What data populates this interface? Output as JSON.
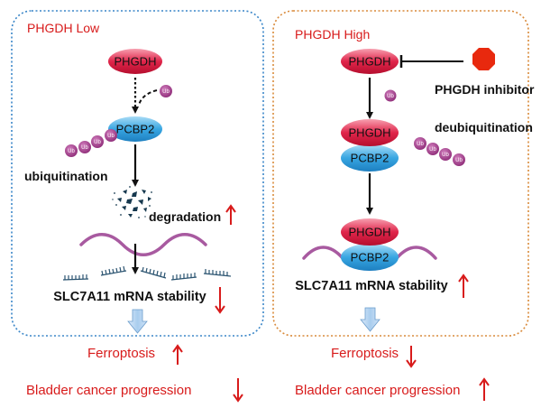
{
  "left_panel": {
    "title": "PHGDH Low",
    "phgdh": "PHGDH",
    "pcbp2": "PCBP2",
    "ub": "Ub",
    "ub_chain": [
      "Ub",
      "Ub",
      "Ub",
      "Ub"
    ],
    "ubiquitination": "ubiquitination",
    "degradation": "degradation",
    "mrna_stability": "SLC7A11 mRNA stability"
  },
  "right_panel": {
    "title": "PHGDH High",
    "phgdh": "PHGDH",
    "phgdh_inhibitor": "PHGDH inhibitor",
    "ub": "Ub",
    "complex_top": "PHGDH",
    "complex_bottom": "PCBP2",
    "deubiquitination": "deubiquitination",
    "ub_chain": [
      "Ub",
      "Ub",
      "Ub",
      "Ub"
    ],
    "bound_top": "PHGDH",
    "bound_bottom": "PCBP2",
    "mrna_stability": "SLC7A11 mRNA stability"
  },
  "outcomes": {
    "left_ferroptosis": "Ferroptosis",
    "left_progression": "Bladder cancer progression",
    "right_ferroptosis": "Ferroptosis",
    "right_progression": "Bladder cancer progression"
  },
  "colors": {
    "phgdh": "#e0254a",
    "pcbp2": "#38a6e2",
    "ub": "#a23d8c",
    "mrna": "#a85aa0",
    "inhibitor": "#e8290e",
    "left_border": "#3a86c8",
    "right_border": "#d98a3a",
    "red": "#d81b1b",
    "block_arrow": "#a9cdee"
  }
}
